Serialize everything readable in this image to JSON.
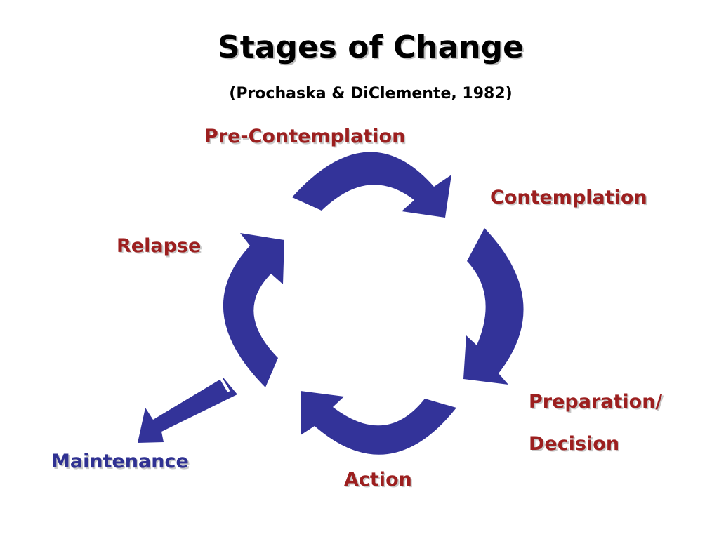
{
  "slide": {
    "title": "Stages of Change",
    "subtitle": "(Prochaska & DiClemente, 1982)"
  },
  "stages": {
    "precontemplation": "Pre-Contemplation",
    "contemplation": "Contemplation",
    "preparation": "Preparation/",
    "decision": "Decision",
    "action": "Action",
    "relapse": "Relapse",
    "maintenance": "Maintenance"
  },
  "colors": {
    "arrow": "#333399",
    "stage_label": "#9c1f1f",
    "exit_label": "#2f3192"
  }
}
